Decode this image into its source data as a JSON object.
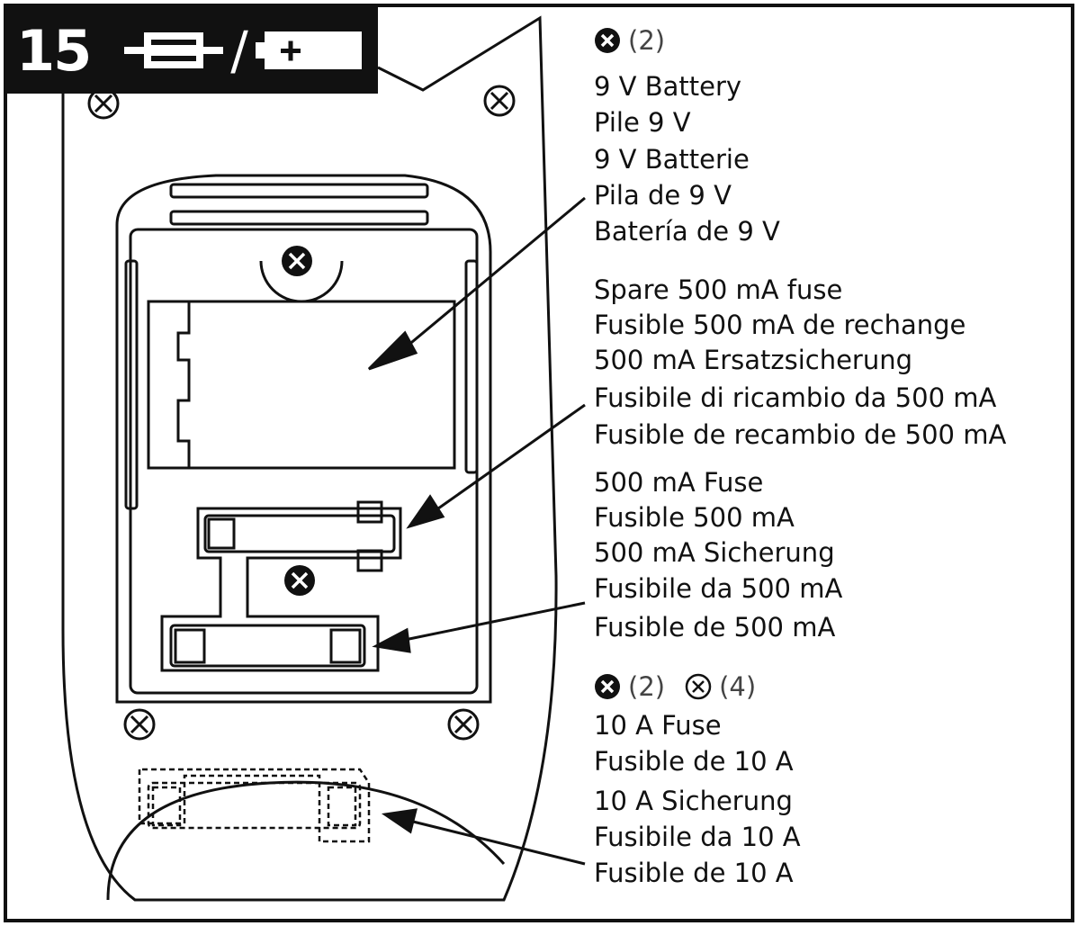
{
  "header": {
    "step_number": "15",
    "fuse_icon": "fuse-icon",
    "separator": "/",
    "battery_icon": "battery-icon"
  },
  "legend": {
    "group1": {
      "symbol_icon": "filled-screw-icon",
      "count": "(2)"
    },
    "battery": [
      "9 V Battery",
      "Pile 9 V",
      "9 V Batterie",
      "Pila de 9 V",
      "Batería de 9 V"
    ],
    "spare_fuse": [
      "Spare 500 mA fuse",
      "Fusible 500 mA de rechange",
      "500 mA Ersatzsicherung",
      "Fusibile di ricambio da 500 mA",
      "Fusible de recambio de 500 mA"
    ],
    "fuse_500": [
      "500 mA Fuse",
      "Fusible 500 mA",
      "500 mA Sicherung",
      "Fusibile da 500 mA",
      "Fusible de 500 mA"
    ],
    "group2": {
      "filled_icon": "filled-screw-icon",
      "filled_count": "(2)",
      "outline_icon": "outline-screw-icon",
      "outline_count": "(4)"
    },
    "fuse_10a": [
      "10 A Fuse",
      "Fusible de 10 A",
      "10 A Sicherung",
      "Fusibile da 10 A",
      "Fusible de 10 A"
    ]
  },
  "colors": {
    "ink": "#111111",
    "background": "#ffffff"
  }
}
